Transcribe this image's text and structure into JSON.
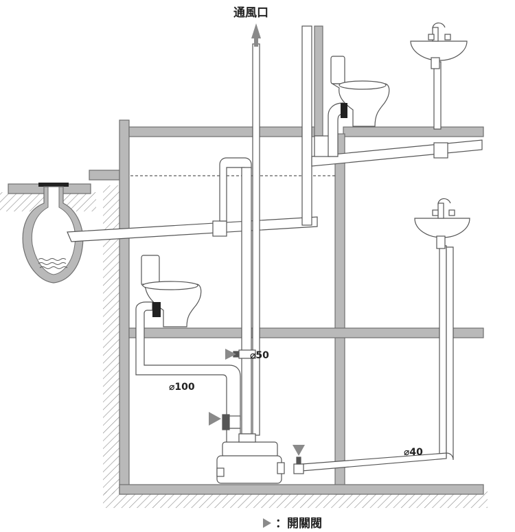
{
  "labels": {
    "vent": "通風口",
    "pipe_50": "⌀50",
    "pipe_100": "⌀100",
    "pipe_40": "⌀40"
  },
  "legend": {
    "symbol": "►",
    "separator": "：",
    "text": "開關閥"
  },
  "colors": {
    "wall_fill": "#b9b9b9",
    "wall_stroke": "#6e6e6e",
    "pipe_fill": "#ffffff",
    "pipe_stroke": "#555555",
    "valve_marker": "#8a8a8a",
    "trap_black": "#222222"
  }
}
